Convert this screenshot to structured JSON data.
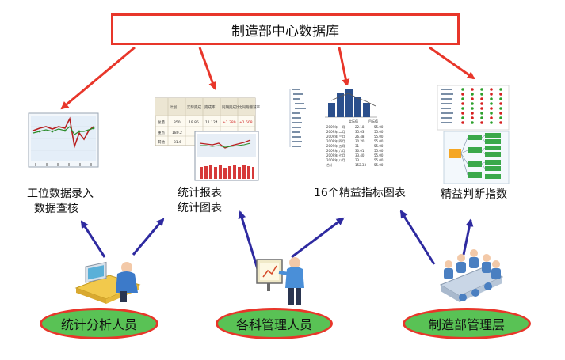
{
  "database": {
    "title": "制造部中心数据库"
  },
  "outputs": [
    {
      "label": "工位数据录入\n  数据查核"
    },
    {
      "label": "统计报表\n统计图表"
    },
    {
      "label": "16个精益指标图表"
    },
    {
      "label": "精益判断指数"
    }
  ],
  "roles": [
    {
      "label": "统计分析人员"
    },
    {
      "label": "各科管理人员"
    },
    {
      "label": "制造部管理层"
    }
  ],
  "thumb_table": {
    "headers": [
      "计划",
      "实际完成",
      "完成率",
      "同期完成比",
      "比同期增减率"
    ],
    "rows": [
      {
        "name": "总量",
        "cells": [
          "350",
          "19.85",
          "11.124",
          "+1.389",
          "+1.508"
        ]
      },
      {
        "name": "重点",
        "cells": [
          "180.2",
          "",
          "",
          "",
          ""
        ]
      },
      {
        "name": "其他",
        "cells": [
          "31.6",
          "",
          "",
          "",
          ""
        ]
      }
    ]
  },
  "thumb_bar": {
    "legend": [
      "实际值",
      "目标值"
    ],
    "rows": [
      [
        "2009年 一月",
        "22.18",
        "55.00"
      ],
      [
        "2009年 二月",
        "35.03",
        "55.00"
      ],
      [
        "2009年 三月",
        "26.48",
        "55.00"
      ],
      [
        "2009年 四月",
        "30.20",
        "55.00"
      ],
      [
        "2009年 五月",
        "31",
        "55.00"
      ],
      [
        "2009年 六月",
        "30.01",
        "55.00"
      ],
      [
        "2009年 七月",
        "33.40",
        "55.00"
      ],
      [
        "2009年 八月",
        "23",
        "55.00"
      ],
      [
        "合计",
        "152.33",
        "55.00"
      ]
    ]
  },
  "colors": {
    "arrow_red": "#e8362a",
    "arrow_blue": "#2e2aa0",
    "ellipse_green": "#59c255"
  }
}
